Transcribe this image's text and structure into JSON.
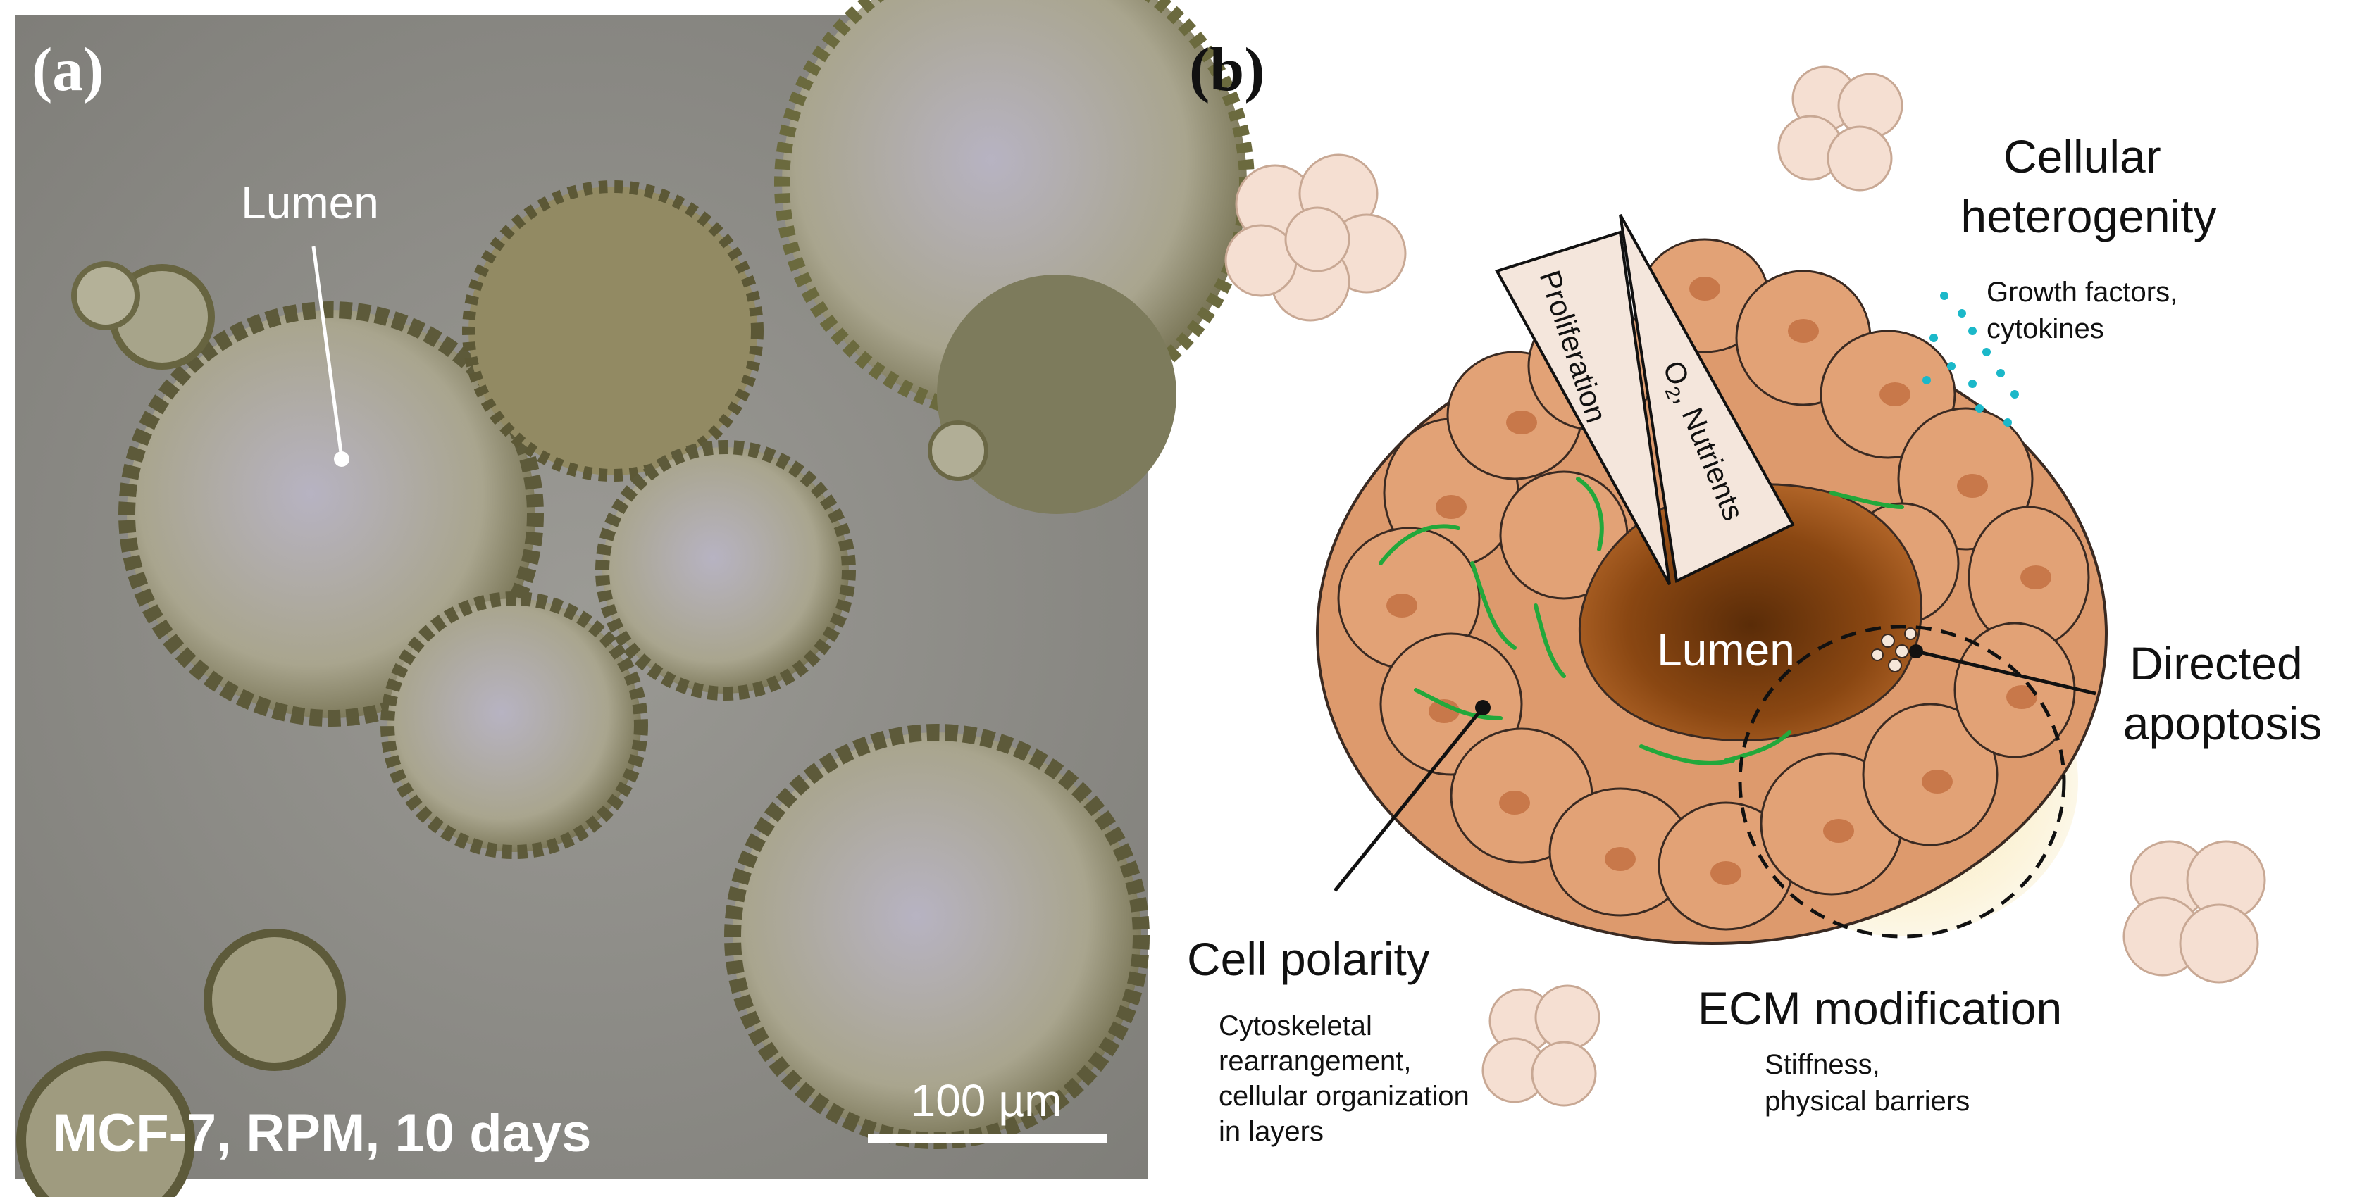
{
  "panel_a": {
    "label": "(a)",
    "lumen_label": "Lumen",
    "caption": "MCF-7, RPM, 10 days",
    "scalebar_label": "100 µm"
  },
  "panel_b": {
    "label": "(b)",
    "lumen_label": "Lumen",
    "wedge_proliferation": "Proliferation",
    "wedge_nutrients_o": "O",
    "wedge_nutrients_sub": "2",
    "wedge_nutrients_rest": ", Nutrients",
    "heterogeneity_line1": "Cellular",
    "heterogeneity_line2": "heterogenity",
    "growth_line1": "Growth factors,",
    "growth_line2": "cytokines",
    "apoptosis_line1": "Directed",
    "apoptosis_line2": "apoptosis",
    "polarity_title": "Cell polarity",
    "polarity_line1": "Cytoskeletal",
    "polarity_line2": "rearrangement,",
    "polarity_line3": "cellular organization",
    "polarity_line4": "in layers",
    "ecm_title": "ECM modification",
    "ecm_line1": "Stiffness,",
    "ecm_line2": "physical barriers"
  },
  "colors": {
    "micro_background": "#8f8f8b",
    "cell_fill": "#dd9a6d",
    "nucleus": "#c8784a",
    "lumen": "#8a4712",
    "cytoskeleton": "#22a83b",
    "growth_factor_dots": "#1bb8c9",
    "ecm_glow": "#fff2c8",
    "floating_cells": "#f5dfd2"
  }
}
